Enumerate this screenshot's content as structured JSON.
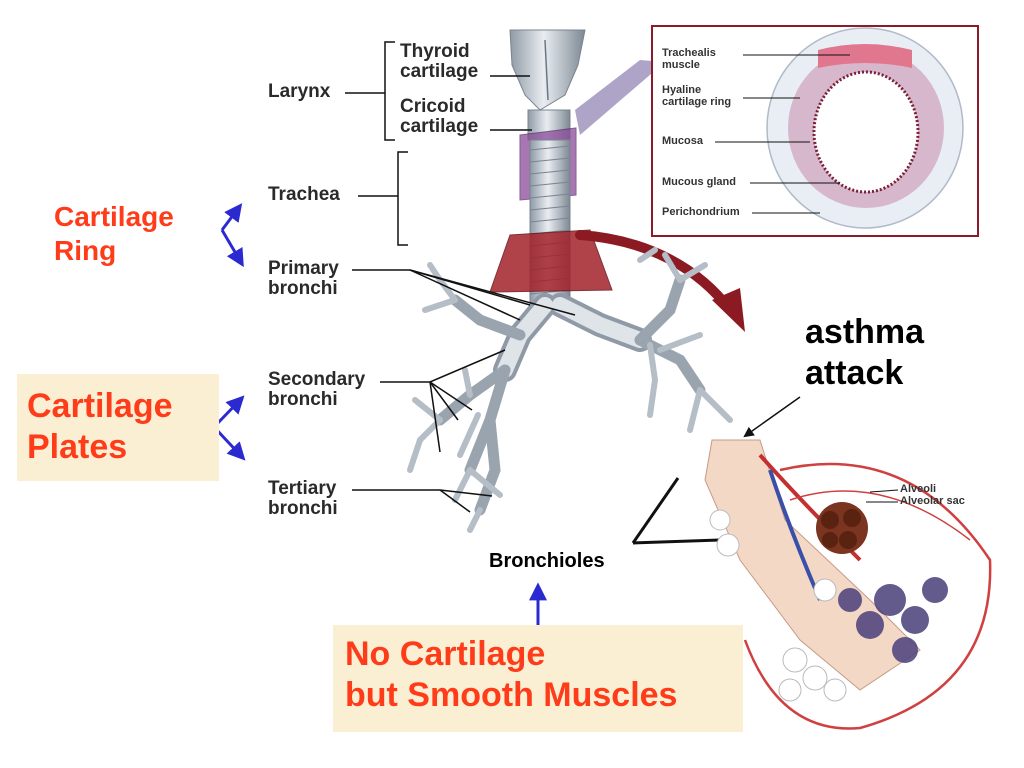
{
  "anatomy_labels": {
    "larynx": "Larynx",
    "thyroid_cartilage": "Thyroid\ncartilage",
    "cricoid_cartilage": "Cricoid\ncartilage",
    "trachea": "Trachea",
    "primary_bronchi": "Primary\nbronchi",
    "secondary_bronchi": "Secondary\nbronchi",
    "tertiary_bronchi": "Tertiary\nbronchi",
    "bronchioles": "Bronchioles"
  },
  "cross_section_labels": {
    "trachealis_muscle": "Trachealis\nmuscle",
    "hyaline_cartilage_ring": "Hyaline\ncartilage ring",
    "mucosa": "Mucosa",
    "mucous_gland": "Mucous gland",
    "perichondrium": "Perichondrium"
  },
  "alveoli_labels": {
    "alveoli": "Alveoli",
    "alveolar_sac": "Alveolar sac"
  },
  "annotations": {
    "cartilage_ring": "Cartilage\nRing",
    "cartilage_plates": "Cartilage\nPlates",
    "no_cartilage": "No Cartilage\nbut Smooth Muscles",
    "asthma_attack": "asthma\nattack"
  },
  "colors": {
    "annotation_red": "#ff3c1a",
    "arrow_blue": "#2a2ad0",
    "note_box": "#fbefd3",
    "frame_maroon": "#8b1a2a"
  }
}
